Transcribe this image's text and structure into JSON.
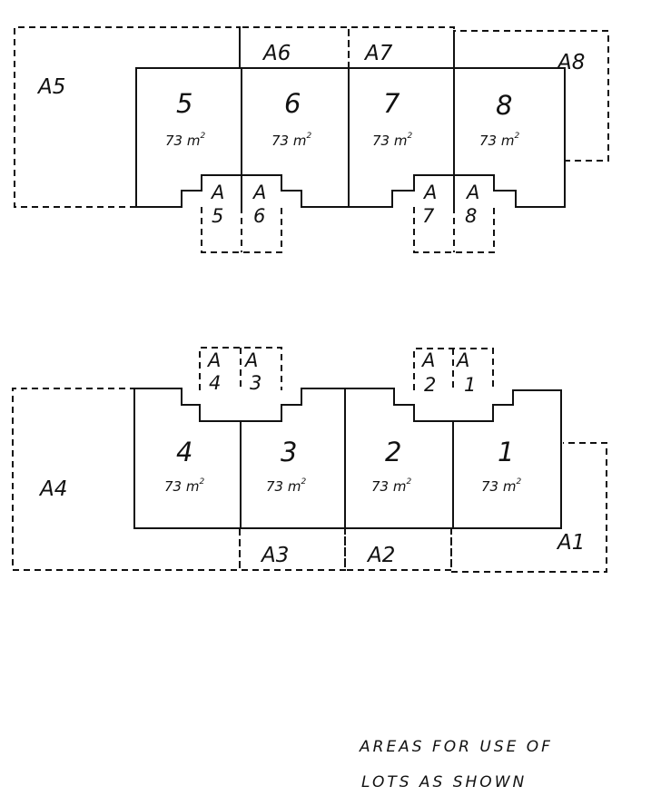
{
  "common_area_labels": {
    "a1": "A1",
    "a2": "A2",
    "a3": "A3",
    "a4": "A4",
    "a5": "A5",
    "a6": "A6",
    "a7": "A7",
    "a8": "A8"
  },
  "lots": [
    {
      "number": "5",
      "area_value": "73 m",
      "area_exp": "2"
    },
    {
      "number": "6",
      "area_value": "73 m",
      "area_exp": "2"
    },
    {
      "number": "7",
      "area_value": "73 m",
      "area_exp": "2"
    },
    {
      "number": "8",
      "area_value": "73 m",
      "area_exp": "2"
    },
    {
      "number": "4",
      "area_value": "73 m",
      "area_exp": "2"
    },
    {
      "number": "3",
      "area_value": "73 m",
      "area_exp": "2"
    },
    {
      "number": "2",
      "area_value": "73 m",
      "area_exp": "2"
    },
    {
      "number": "1",
      "area_value": "73 m",
      "area_exp": "2"
    }
  ],
  "sub_areas": [
    {
      "letter": "A",
      "number": "5"
    },
    {
      "letter": "A",
      "number": "6"
    },
    {
      "letter": "A",
      "number": "7"
    },
    {
      "letter": "A",
      "number": "8"
    },
    {
      "letter": "A",
      "number": "4"
    },
    {
      "letter": "A",
      "number": "3"
    },
    {
      "letter": "A",
      "number": "2"
    },
    {
      "letter": "A",
      "number": "1"
    }
  ],
  "note": {
    "line1": "AREAS FOR USE OF",
    "line2": "LOTS AS SHOWN"
  }
}
